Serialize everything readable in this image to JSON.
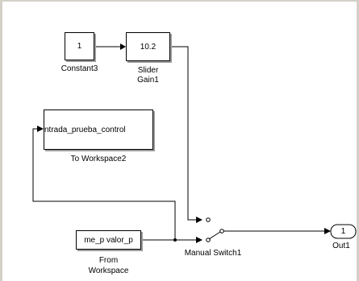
{
  "blocks": {
    "constant": {
      "value": "1",
      "name": "Constant3"
    },
    "slider_gain": {
      "value": "10.2",
      "name_line1": "Slider",
      "name_line2": "Gain1"
    },
    "to_workspace": {
      "value": "ntrada_prueba_control",
      "name": "To Workspace2"
    },
    "from_workspace": {
      "value": "me_p valor_p",
      "name_line1": "From",
      "name_line2": "Workspace"
    },
    "manual_switch": {
      "name": "Manual Switch1"
    },
    "outport": {
      "value": "1",
      "name": "Out1"
    }
  }
}
